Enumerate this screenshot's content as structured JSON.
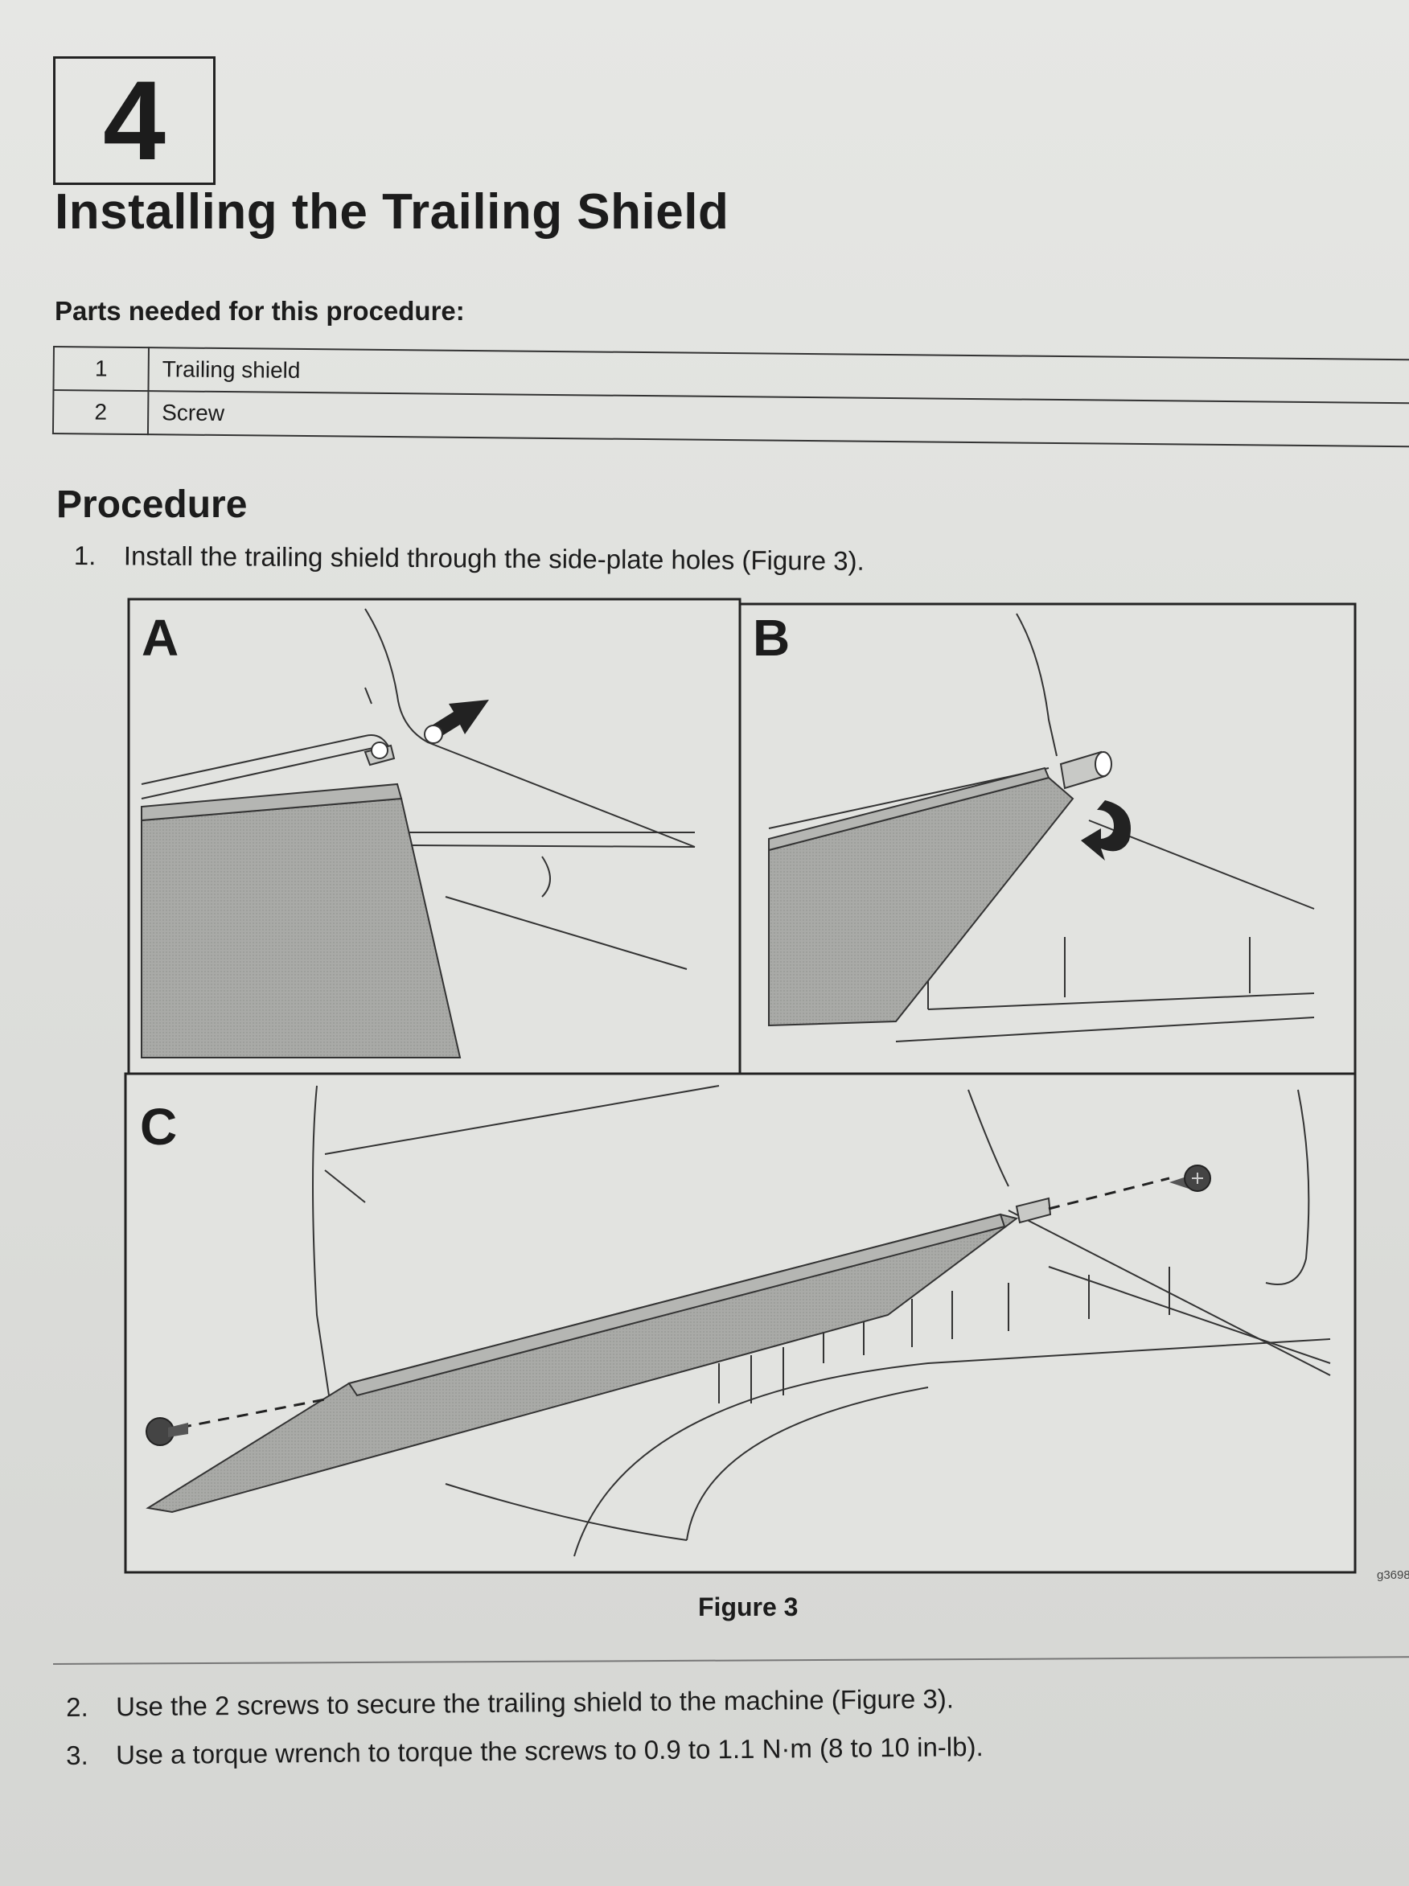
{
  "step_number": "4",
  "title": "Installing the Trailing Shield",
  "parts": {
    "heading": "Parts needed for this procedure:",
    "items": [
      {
        "qty": "1",
        "description": "Trailing shield"
      },
      {
        "qty": "2",
        "description": "Screw"
      }
    ]
  },
  "procedure": {
    "heading": "Procedure",
    "steps": [
      {
        "number": "1.",
        "text": "Install the trailing shield through the side-plate holes (Figure 3)."
      },
      {
        "number": "2.",
        "text": "Use the 2 screws to secure the trailing shield to the machine (Figure 3)."
      },
      {
        "number": "3.",
        "text": "Use a torque wrench to torque the screws to 0.9 to 1.1 N·m (8 to 10 in-lb)."
      }
    ]
  },
  "figure": {
    "panel_labels": [
      "A",
      "B",
      "C"
    ],
    "caption": "Figure 3",
    "code": "g3698"
  }
}
